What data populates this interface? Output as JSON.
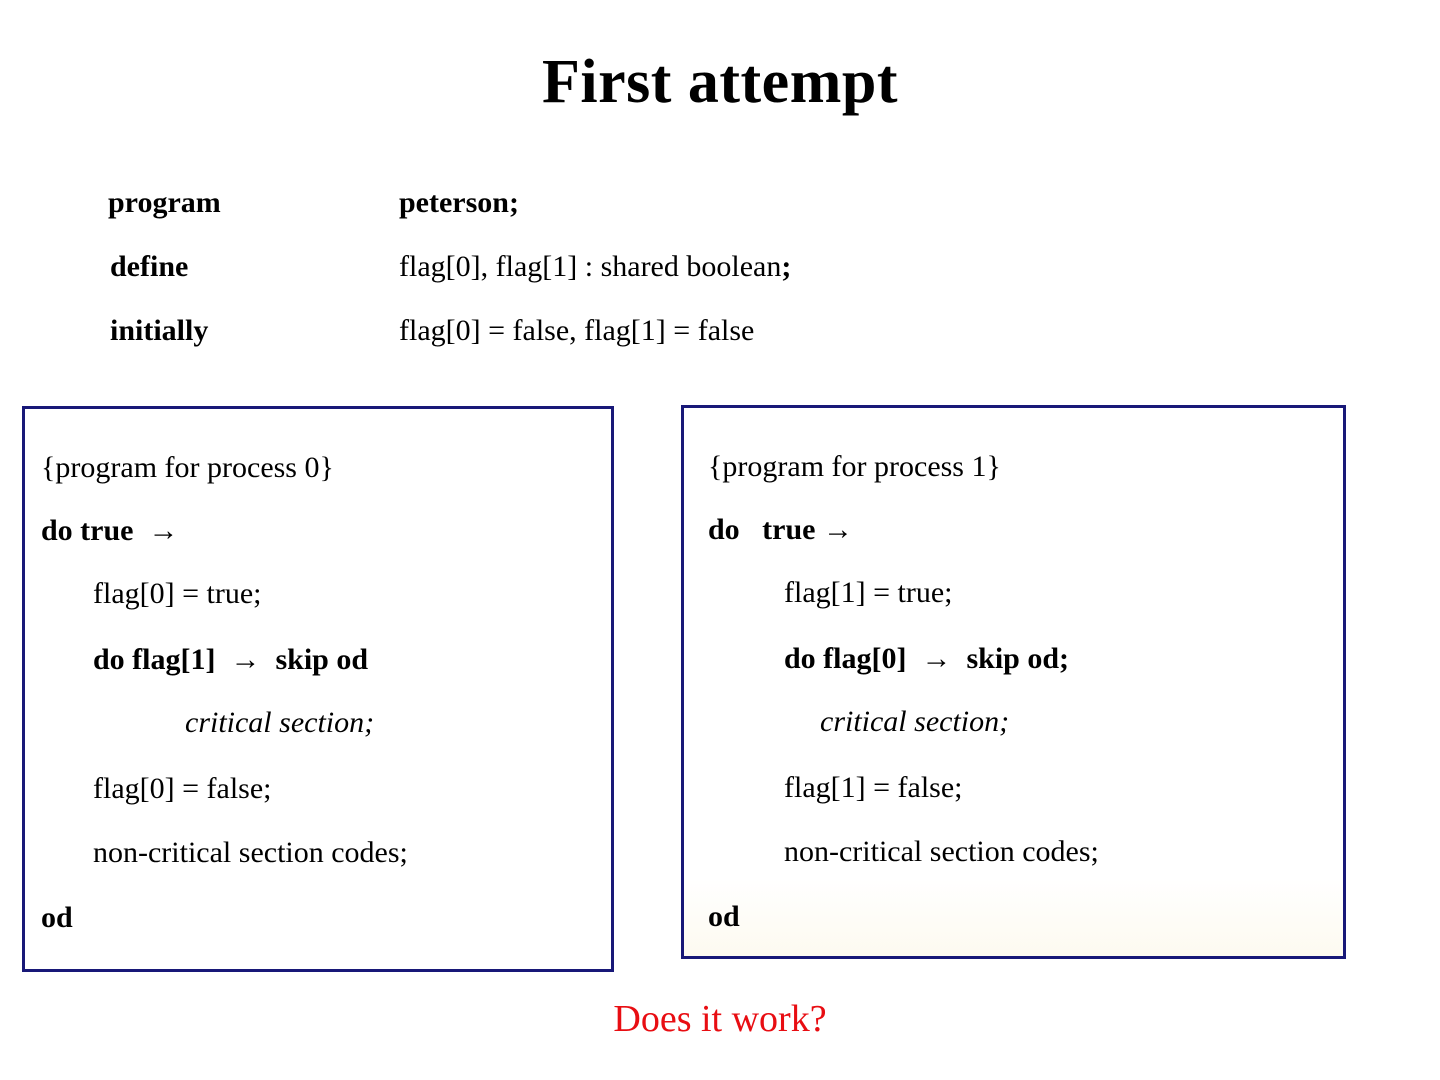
{
  "slide": {
    "title": "First attempt",
    "footer_question": "Does it work?",
    "accent_colors": {
      "box_border": "#181878",
      "footer_text": "#e80d12",
      "body_text": "#000000",
      "background": "#ffffff"
    }
  },
  "declarations": [
    {
      "keyword": "program",
      "value": "peterson;",
      "value_bold": true
    },
    {
      "keyword": "define",
      "value": "flag[0], flag[1] : shared boolean",
      "value_bold": false,
      "trailing_bold_semicolon": ";"
    },
    {
      "keyword": "initially",
      "value": "flag[0] = false, flag[1] = false",
      "value_bold": false
    }
  ],
  "process_0": {
    "title": "{program for process 0}",
    "lines": [
      {
        "text": "{program for process 0}",
        "style": "plain",
        "indent": 0
      },
      {
        "text": "do true  →",
        "style": "bold",
        "indent": 0
      },
      {
        "text": "flag[0] = true;",
        "style": "plain",
        "indent": 1
      },
      {
        "text": "do flag[1]  →  skip od",
        "style": "bold",
        "indent": 1
      },
      {
        "text": "critical section;",
        "style": "italic",
        "indent": 2
      },
      {
        "text": "flag[0] = false;",
        "style": "plain",
        "indent": 1
      },
      {
        "text": "non-critical section codes;",
        "style": "plain",
        "indent": 1
      },
      {
        "text": "od",
        "style": "bold",
        "indent": 0
      }
    ]
  },
  "process_1": {
    "title": "{program for process 1}",
    "lines": [
      {
        "text": "{program for process 1}",
        "style": "plain",
        "indent": 0
      },
      {
        "text": "do   true →",
        "style": "bold",
        "indent": 0
      },
      {
        "text": "flag[1] = true;",
        "style": "plain",
        "indent": 1
      },
      {
        "text": "do flag[0]  →  skip od;",
        "style": "bold",
        "indent": 1
      },
      {
        "text": "critical section;",
        "style": "italic",
        "indent": 2
      },
      {
        "text": "flag[1] = false;",
        "style": "plain",
        "indent": 1
      },
      {
        "text": "non-critical section codes;",
        "style": "plain",
        "indent": 1
      },
      {
        "text": "od",
        "style": "bold",
        "indent": 0
      }
    ]
  }
}
